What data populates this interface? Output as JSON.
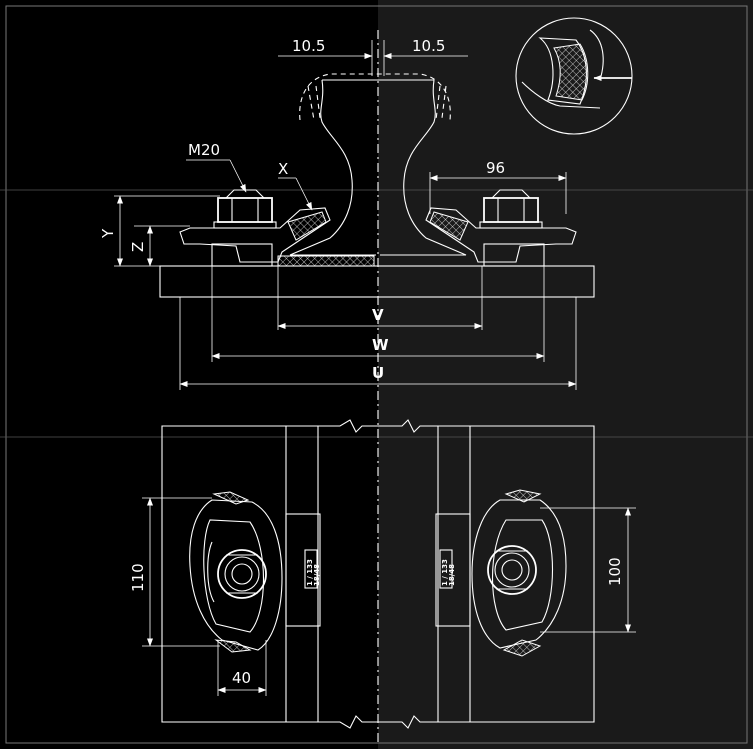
{
  "colors": {
    "background_left": "#000000",
    "background_right": "#1a1a1a",
    "lines": "#ffffff"
  },
  "section_view": {
    "dim_left_gap": "10.5",
    "dim_right_gap": "10.5",
    "bolt_label": "M20",
    "pad_label": "X",
    "right_offset": "96",
    "height_outer": "Y",
    "height_inner": "Z",
    "width_v": "V",
    "width_w": "W",
    "width_u": "U"
  },
  "plan_view": {
    "left_height": "110",
    "left_width": "40",
    "right_height": "100",
    "plate_marking_line1": "1 / 133",
    "plate_marking_line2": "18/48"
  },
  "detail_circle": {
    "icon": "arrow-left-icon"
  }
}
